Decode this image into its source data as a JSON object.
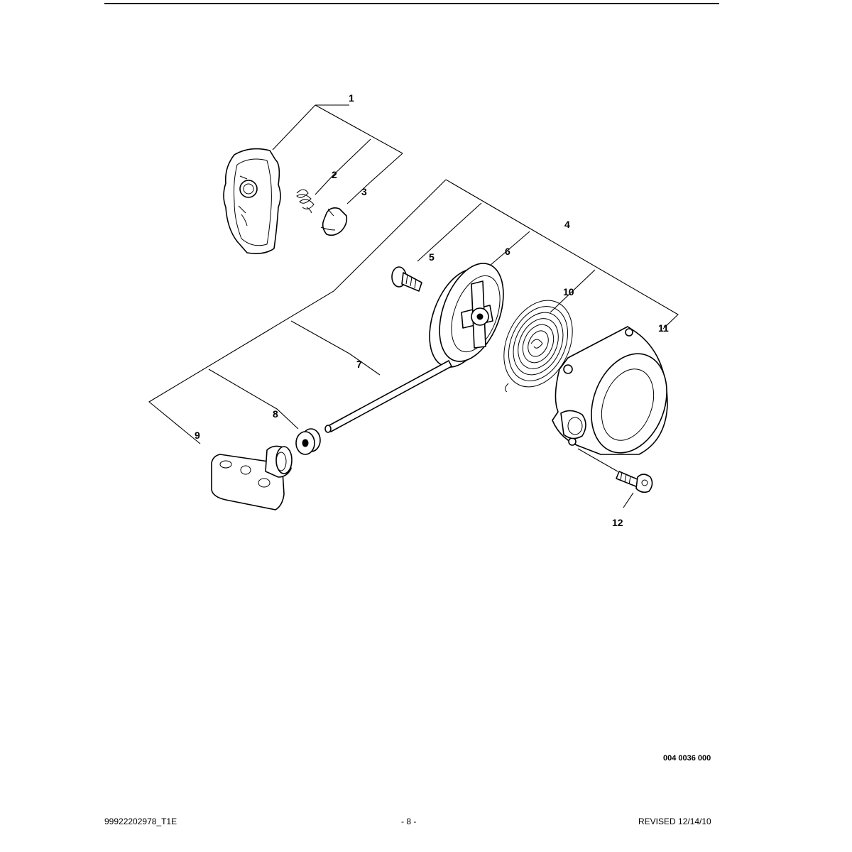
{
  "callouts": {
    "c1": "1",
    "c2": "2",
    "c3": "3",
    "c4": "4",
    "c5": "5",
    "c6": "6",
    "c7": "7",
    "c8": "8",
    "c9": "9",
    "c10": "10",
    "c11": "11",
    "c12": "12"
  },
  "drawing_number": "004 0036 000",
  "footer": {
    "left": "99922202978_T1E",
    "center": "- 8 -",
    "right": "REVISED 12/14/10"
  }
}
